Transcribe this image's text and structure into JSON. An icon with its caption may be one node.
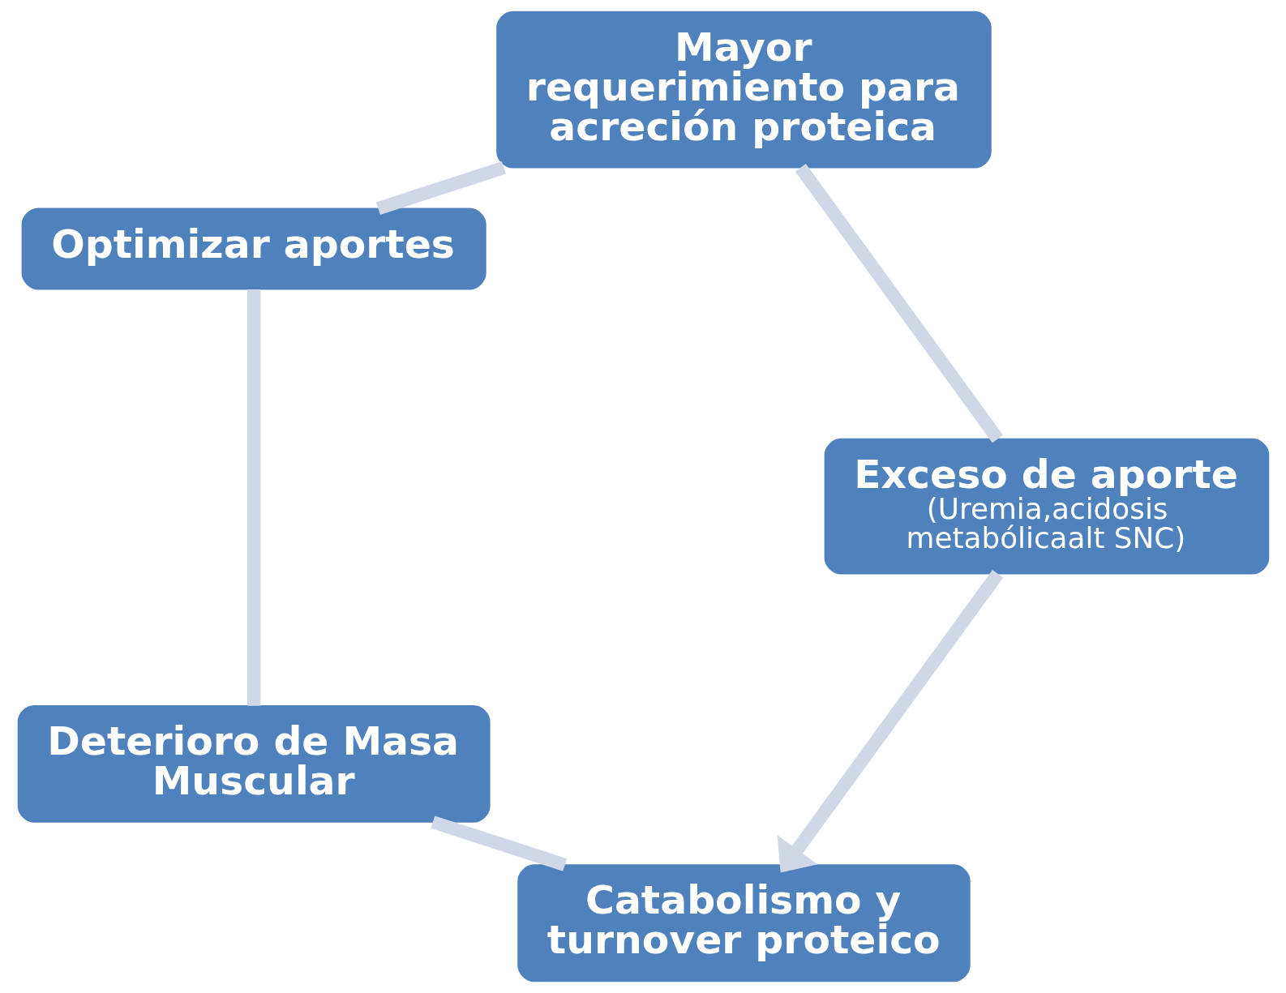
{
  "diagram": {
    "nodes": [
      {
        "text": [
          "Catabolismo y turnover proteico"
        ]
      },
      {
        "text": [
          "Deterioro de Masa Muscular"
        ]
      },
      {
        "text": [
          "Optimizar aportes"
        ]
      },
      {
        "text": [
          "Mayor requerimiento para acreción proteica"
        ]
      },
      {
        "text": [
          "Exceso de aporte",
          "(Uremia,acidosis metabólicaalt SNC)"
        ]
      }
    ],
    "edges": [
      {
        "from": 0,
        "to": 1,
        "arrow": "none"
      },
      {
        "from": 1,
        "to": 2,
        "arrow": "none"
      },
      {
        "from": 2,
        "to": 3,
        "arrow": "none"
      },
      {
        "from": 3,
        "to": 4,
        "arrow": "none"
      },
      {
        "from": 4,
        "to": 0,
        "arrow": "to"
      }
    ]
  }
}
